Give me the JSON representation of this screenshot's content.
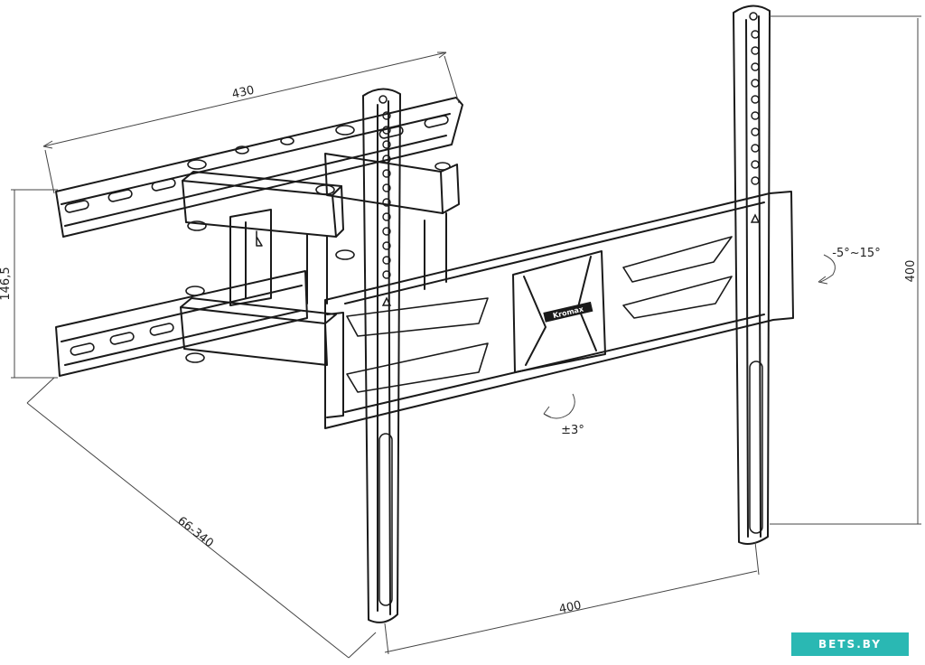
{
  "dimensions": {
    "arm_width": "430",
    "wall_plate_height": "146,5",
    "extension": "66-340",
    "vesa_horizontal": "400",
    "vesa_vertical": "400"
  },
  "adjustments": {
    "tilt": "-5°~15°",
    "rotation": "±3°"
  },
  "brand_label": "Kromax",
  "watermark": "BETS.BY",
  "colors": {
    "line": "#1a1a1a",
    "accent": "#2ab8b3",
    "background": "#ffffff"
  }
}
